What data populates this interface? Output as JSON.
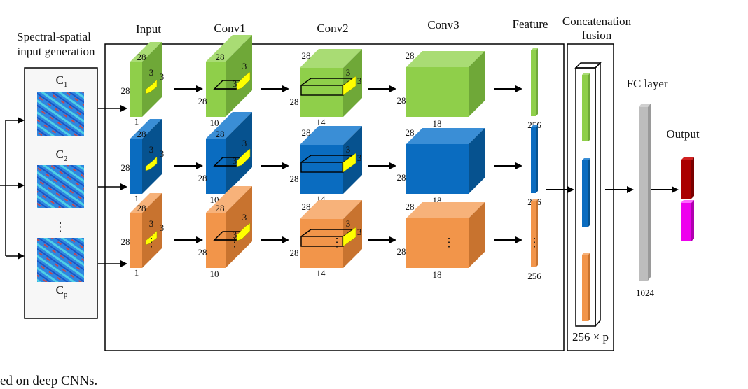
{
  "headers": {
    "generation_line1": "Spectral-spatial",
    "generation_line2": "input generation",
    "input": "Input",
    "conv1": "Conv1",
    "conv2": "Conv2",
    "conv3": "Conv3",
    "feature": "Feature",
    "concat_line1": "Concatenation",
    "concat_line2": "fusion",
    "fc": "FC layer",
    "output": "Output"
  },
  "channels": [
    {
      "label": "C",
      "sub": "1"
    },
    {
      "label": "C",
      "sub": "2"
    },
    {
      "label": "C",
      "sub": "p"
    }
  ],
  "branches": [
    {
      "name": "green",
      "front": "#8fcf4a",
      "top": "#a9dc74",
      "side": "#6fa838"
    },
    {
      "name": "blue",
      "front": "#0a6cc0",
      "top": "#3a8ed6",
      "side": "#06528f"
    },
    {
      "name": "orange",
      "front": "#f2954a",
      "top": "#f7b27a",
      "side": "#c8732f"
    }
  ],
  "dims": {
    "input_hw": "28",
    "input_depth": "1",
    "kernel": "3",
    "conv1_hw": "28",
    "conv1_depth": "10",
    "conv2_hw": "28",
    "conv2_depth": "14",
    "conv3_hw": "28",
    "conv3_depth": "18",
    "feature": "256",
    "concat": "256 × p",
    "fc": "1024"
  },
  "vdots": "⋮",
  "caption": "ed on deep CNNs."
}
